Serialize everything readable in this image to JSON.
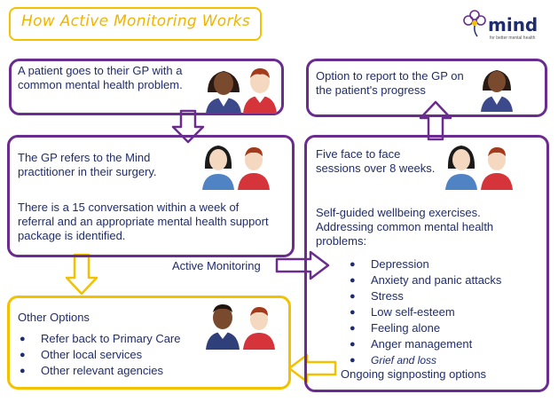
{
  "title": "How Active Monitoring Works",
  "logo": {
    "name": "mind",
    "tagline": "for better mental health"
  },
  "box1": {
    "text": "A patient goes to their GP with a common mental health problem."
  },
  "box2": {
    "line1": "The GP refers to the Mind practitioner in their surgery.",
    "line2": "There is a 15 conversation within a week of referral and an appropriate mental health support package is identified.",
    "label": "Active Monitoring"
  },
  "box3": {
    "heading": "Other Options",
    "items": [
      "Refer back to Primary Care",
      "Other local services",
      "Other relevant agencies"
    ]
  },
  "box4": {
    "text": "Option to report to the GP on the patient's progress"
  },
  "box5": {
    "line1": "Five face to face sessions over 8 weeks.",
    "line2": "Self-guided wellbeing exercises. Addressing common mental health problems:",
    "items": [
      "Depression",
      "Anxiety and panic attacks",
      "Stress",
      "Low self-esteem",
      "Feeling alone",
      "Anger management",
      "Grief and loss"
    ],
    "footer": "Ongoing signposting options"
  },
  "colors": {
    "purple": "#6a2c8e",
    "yellow": "#f2c200",
    "text": "#1f2d6e"
  }
}
